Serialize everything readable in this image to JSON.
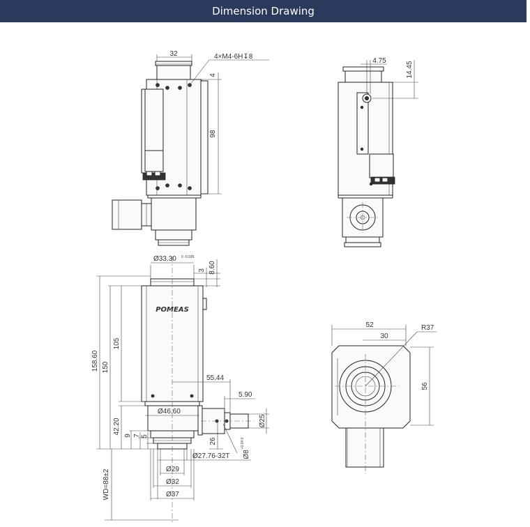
{
  "header": {
    "title": "Dimension Drawing"
  },
  "brand": {
    "logo_text": "POMEAS"
  },
  "dimensions": {
    "top_width": "32",
    "thread": "4×M4-6H↧8",
    "top_4": "4",
    "top_98": "98",
    "side_475": "4.75",
    "side_1445": "14.45",
    "front_d3330": "Ø33.30",
    "front_d3330_tol": "0\n-0.035",
    "front_3": "3",
    "front_860": "8.60",
    "front_15860": "158.60",
    "front_150": "150",
    "front_105": "105",
    "front_5544": "55.44",
    "front_590": "5.90",
    "front_d4660": "Ø46.60",
    "front_d25": "Ø25",
    "front_4220": "42.20",
    "front_9": "9",
    "front_7": "7",
    "front_5": "5",
    "front_26": "26",
    "front_d8": "Ø8",
    "front_d8_tol": "+0.04\n0",
    "front_d2776": "Ø27.76-32T",
    "front_d29": "Ø29",
    "front_d32": "Ø32",
    "front_d37": "Ø37",
    "front_wd": "WD=88±2",
    "end_52": "52",
    "end_30": "30",
    "end_r37": "R37",
    "end_56": "56"
  }
}
